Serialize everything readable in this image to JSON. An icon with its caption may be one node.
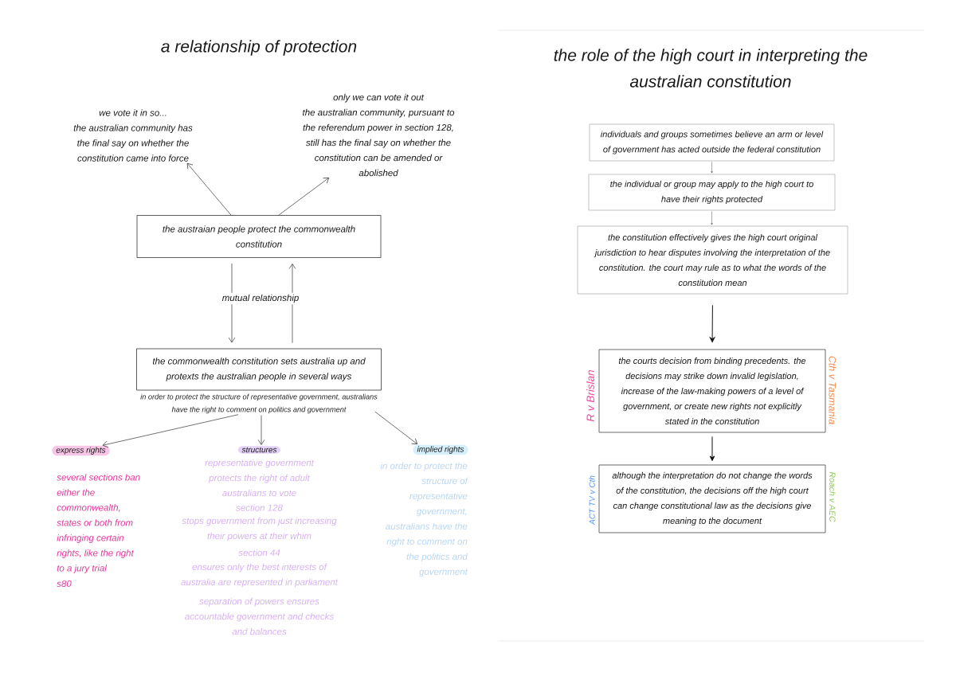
{
  "diagram": {
    "nodes": [
      {
        "text": [
          "we vote it in so...",
          "the australian community has the final say on whether the constitution came into force"
        ]
      },
      {
        "text": [
          "only we can vote it out",
          "the australian community, pursuant to the referendum power in section 128, still has the final say on whether the constitution can be amended or abolished"
        ]
      },
      {
        "text": [
          "the austraian people protect the commonwealth constitution"
        ]
      },
      {
        "text": [
          "the commonwealth constitution sets australia up and protexts the australian people in several ways"
        ],
        "beside": [
          "in order to protect the structure of representative government, australians have the right to comment on politics and government"
        ]
      },
      {
        "text": [
          "express rights"
        ],
        "beside": [
          "several sections ban either the commonwealth, states or both from infringing certain rights, like the right to a jury trial",
          "s80"
        ]
      },
      {
        "text": [
          "structures"
        ],
        "beside": [
          "representative government protects the right of adult australians to vote",
          "section 128",
          "stops government from just increasing their powers at their whim",
          "section 44",
          "ensures only the best interests of australia are represented in parliament",
          "separation of powers ensures accountable government and checks and balances"
        ]
      },
      {
        "text": [
          "implied rights"
        ],
        "beside": [
          "in order to protect the structure of representative government, australians have the right to comment on the politics and government"
        ]
      },
      {
        "text": [
          "individuals and groups sometimes believe an arm or level of government has acted outside the federal constitution"
        ]
      },
      {
        "text": [
          "the individual or group may apply to the high court to have their rights protected"
        ]
      },
      {
        "text": [
          "the constitution effectively gives the high court original jurisdiction to hear disputes involving the interpretation of the constitution. the court may rule as to what the words of the constitution mean"
        ]
      },
      {
        "text": [
          "the courts decision from binding precedents. the decisions may strike down invalid legislation, increase of the law-making powers of a level of government, or create new rights not explicitly stated in the constitution"
        ],
        "beside": [
          "R v Brislan",
          "Cth v Tasmania"
        ]
      },
      {
        "text": [
          "although the interpretation do not change the words of the constitution, the decisions off the high court can change constitutional law as the decisions give meaning to the document"
        ],
        "beside": [
          "ACT TV v Cth",
          "Roach v AEC"
        ]
      }
    ],
    "edges": [
      {
        "from": 2,
        "to": 0,
        "arrow": "to"
      },
      {
        "from": 2,
        "to": 1,
        "arrow": "to"
      },
      {
        "from": 2,
        "to": 3,
        "arrow": "to",
        "label": "mutual relationship"
      },
      {
        "from": 3,
        "to": 2,
        "arrow": "to"
      },
      {
        "from": 3,
        "to": 4,
        "arrow": "to"
      },
      {
        "from": 3,
        "to": 5,
        "arrow": "to"
      },
      {
        "from": 3,
        "to": 6,
        "arrow": "to"
      },
      {
        "from": 7,
        "to": 8,
        "arrow": "to"
      },
      {
        "from": 8,
        "to": 9,
        "arrow": "to"
      },
      {
        "from": 9,
        "to": 10,
        "arrow": "to"
      },
      {
        "from": 10,
        "to": 11,
        "arrow": "to"
      }
    ],
    "labels": [
      "a relationship of protection",
      "the role of the high court in interpreting the australian constitution"
    ]
  }
}
